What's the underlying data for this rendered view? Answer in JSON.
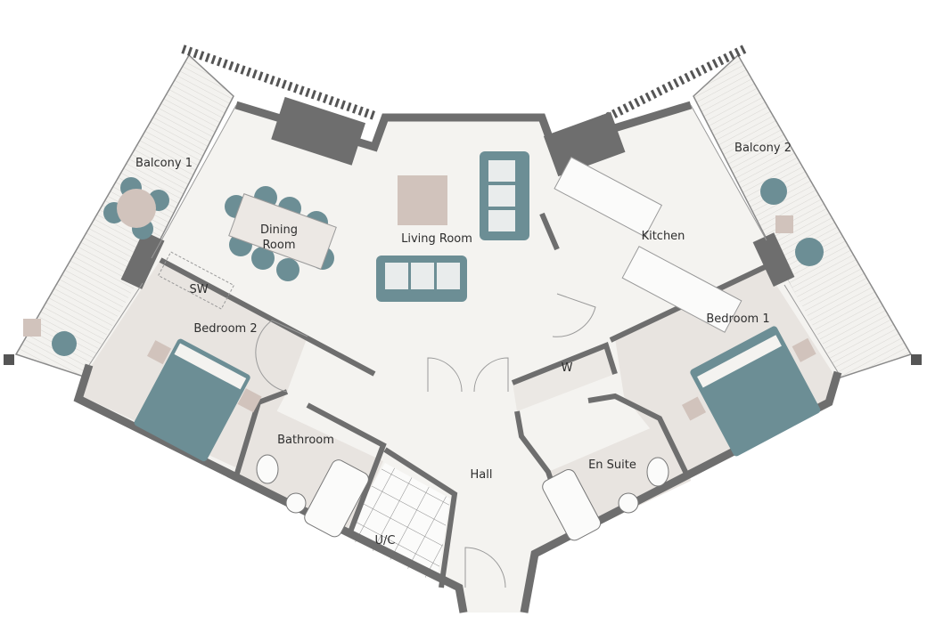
{
  "plan": {
    "rooms": {
      "balcony_1": "Balcony 1",
      "dining_room_line1": "Dining",
      "dining_room_line2": "Room",
      "living_room": "Living Room",
      "kitchen": "Kitchen",
      "balcony_2": "Balcony 2",
      "storage_sw": "SW",
      "bedroom_2": "Bedroom 2",
      "bedroom_1": "Bedroom 1",
      "wardrobe": "W",
      "bathroom": "Bathroom",
      "hall": "Hall",
      "en_suite": "En Suite",
      "utility_cupboard": "U/C"
    },
    "colors": {
      "wall": "#6e6e6e",
      "floor": "#f4f3f0",
      "bedroom_floor": "#e8e4e0",
      "furniture_teal": "#6c8e95",
      "furniture_beige": "#d1c3bc"
    }
  }
}
